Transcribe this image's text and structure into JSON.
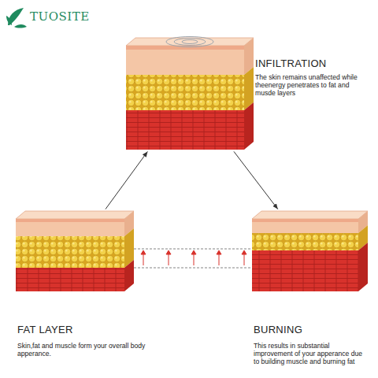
{
  "diagram": {
    "nodes": [
      {
        "text": [
          "INFILTRATION",
          "The skin remains unaffected while theenergy penetrates to fat and musde layers"
        ]
      },
      {
        "text": [
          "FAT LAYER",
          "Skin,fat and muscle form your overall body apperance."
        ]
      },
      {
        "text": [
          "BURNING",
          "This results in substantial improvement of your apperance due to building muscle and burning fat"
        ]
      }
    ],
    "edges": [
      {
        "from": 1,
        "to": 0,
        "arrow": "to"
      },
      {
        "from": 0,
        "to": 2,
        "arrow": "to"
      }
    ],
    "labels": [
      "TUOSITE"
    ]
  }
}
